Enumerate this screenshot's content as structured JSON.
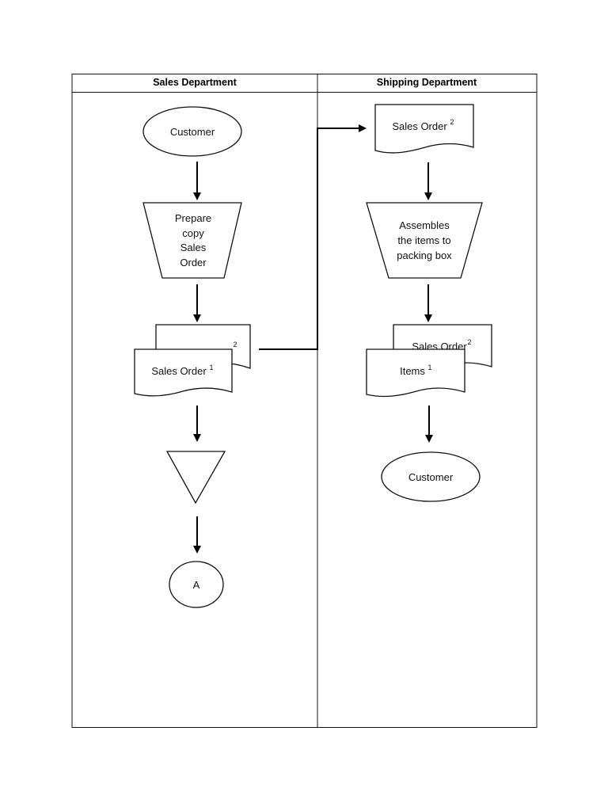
{
  "lanes": {
    "sales": {
      "header": "Sales Department"
    },
    "shipping": {
      "header": "Shipping Department"
    }
  },
  "sales_lane": {
    "customer": "Customer",
    "prepare": [
      "Prepare",
      "copy",
      "Sales",
      "Order"
    ],
    "doc_back_sup": "2",
    "doc_front": {
      "label": "Sales Order",
      "sup": "1"
    },
    "connector": "A"
  },
  "shipping_lane": {
    "doc": {
      "label": "Sales Order",
      "sup": "2"
    },
    "assemble": [
      "Assembles",
      "the items to",
      "packing box"
    ],
    "doc_back": {
      "label": "Sales Order",
      "sup": "2"
    },
    "doc_front": {
      "label": "Items",
      "sup": "1"
    },
    "customer": "Customer"
  }
}
